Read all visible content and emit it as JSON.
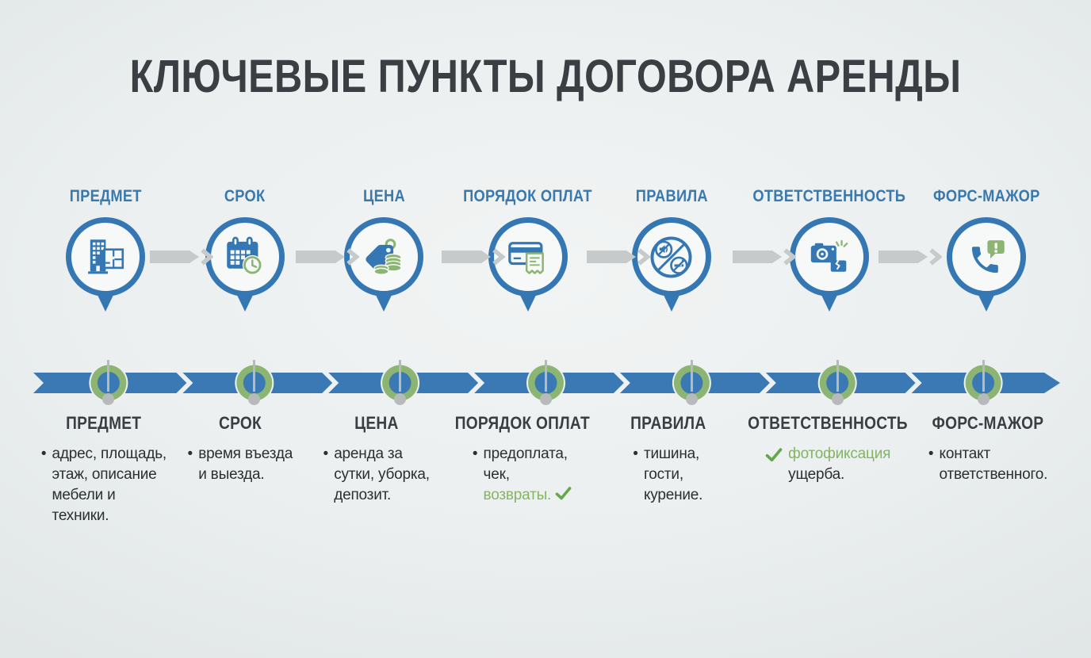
{
  "page": {
    "title": "КЛЮЧЕВЫЕ ПУНКТЫ ДОГОВОРА АРЕНДЫ"
  },
  "colors": {
    "accent_blue": "#3577b2",
    "band_blue": "#3a79b4",
    "green": "#8cb573",
    "green_text": "#85b464",
    "check_green": "#64a84c",
    "connector_gray": "#c7cacb",
    "pin_gray": "#b7babb",
    "label_blue": "#3979ae",
    "heading_dark": "#3a3e42",
    "body_text": "#2b2f31",
    "background": "#edf0f0"
  },
  "items": [
    {
      "top_label": "ПРЕДМЕТ",
      "icon": "building-icon",
      "bottom_label": "ПРЕДМЕТ",
      "marker": "•",
      "parts": [
        {
          "text": "адрес, площадь,\nэтаж, описание\nмебели и\nтехники.",
          "color": "dark"
        }
      ]
    },
    {
      "top_label": "СРОК",
      "icon": "calendar-clock-icon",
      "bottom_label": "СРОК",
      "marker": "•",
      "parts": [
        {
          "text": "время въезда\nи выезда.",
          "color": "dark"
        }
      ]
    },
    {
      "top_label": "ЦЕНА",
      "icon": "price-tag-coins-icon",
      "bottom_label": "ЦЕНА",
      "marker": "•",
      "parts": [
        {
          "text": "аренда за\nсутки, уборка,\nдепозит.",
          "color": "dark"
        }
      ]
    },
    {
      "top_label": "ПОРЯДОК ОПЛАТ",
      "icon": "card-receipt-icon",
      "bottom_label": "ПОРЯДОК ОПЛАТ",
      "marker": "•",
      "check": "after",
      "parts": [
        {
          "text": "предоплата,\nчек,\n",
          "color": "dark"
        },
        {
          "text": "возвраты.",
          "color": "green"
        }
      ]
    },
    {
      "top_label": "ПРАВИЛА",
      "icon": "no-noise-no-smoking-icon",
      "bottom_label": "ПРАВИЛА",
      "marker": "•",
      "parts": [
        {
          "text": "тишина,\nгости,\nкурение.",
          "color": "dark"
        }
      ]
    },
    {
      "top_label": "ОТВЕТСТВЕННОСТЬ",
      "icon": "camera-damage-icon",
      "bottom_label": "ОТВЕТСТВЕННОСТЬ",
      "marker": "check",
      "check": "before",
      "parts": [
        {
          "text": "фотофиксация\n",
          "color": "green"
        },
        {
          "text": "ущерба.",
          "color": "dark"
        }
      ]
    },
    {
      "top_label": "ФОРС-МАЖОР",
      "icon": "phone-alert-icon",
      "bottom_label": "ФОРС-МАЖОР",
      "marker": "•",
      "parts": [
        {
          "text": "контакт\nответственного.",
          "color": "dark"
        }
      ]
    }
  ]
}
